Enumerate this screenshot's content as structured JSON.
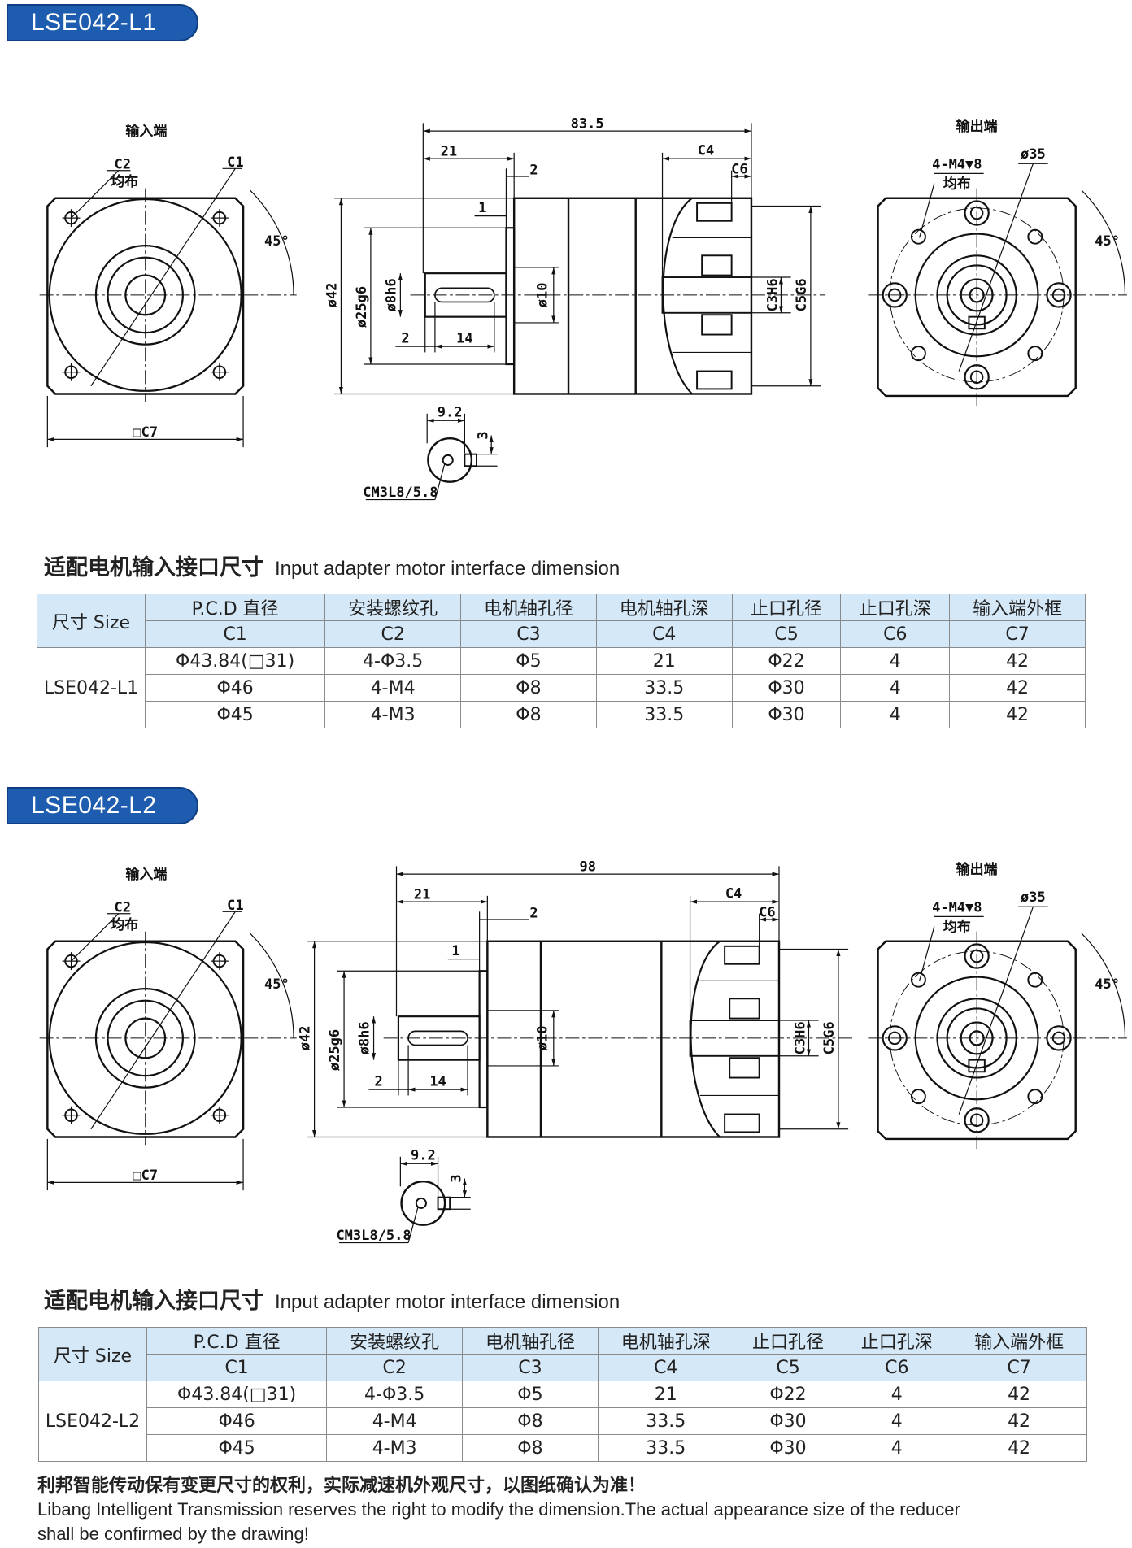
{
  "sections": [
    {
      "badge": "LSE042-L1",
      "drawing": {
        "input_end": "输入端",
        "output_end": "输出端",
        "c2": "C2",
        "even": "均布",
        "c1": "C1",
        "angle": "45°",
        "c7": "□C7",
        "overall": "83.5",
        "d21": "21",
        "d2": "2",
        "d1": "1",
        "c4": "C4",
        "c6": "C6",
        "d42": "ø42",
        "d25": "ø25g6",
        "d8": "ø8h6",
        "d10": "ø10",
        "b2": "2",
        "b14": "14",
        "c3": "C3H6",
        "c5": "C5G6",
        "k92": "9.2",
        "k3": "3",
        "cm": "CM3L8/5.8",
        "m4": "4-M4▼8",
        "d35": "ø35"
      },
      "table_title_cn": "适配电机输入接口尺寸",
      "table_title_en": "Input adapter motor interface dimension",
      "table": {
        "size_label": "尺寸 Size",
        "headers_cn": [
          "P.C.D 直径",
          "安装螺纹孔",
          "电机轴孔径",
          "电机轴孔深",
          "止口孔径",
          "止口孔深",
          "输入端外框"
        ],
        "headers_code": [
          "C1",
          "C2",
          "C3",
          "C4",
          "C5",
          "C6",
          "C7"
        ],
        "model": "LSE042-L1",
        "rows": [
          [
            "Φ43.84(□31)",
            "4-Φ3.5",
            "Φ5",
            "21",
            "Φ22",
            "4",
            "42"
          ],
          [
            "Φ46",
            "4-M4",
            "Φ8",
            "33.5",
            "Φ30",
            "4",
            "42"
          ],
          [
            "Φ45",
            "4-M3",
            "Φ8",
            "33.5",
            "Φ30",
            "4",
            "42"
          ]
        ]
      }
    },
    {
      "badge": "LSE042-L2",
      "drawing": {
        "input_end": "输入端",
        "output_end": "输出端",
        "c2": "C2",
        "even": "均布",
        "c1": "C1",
        "angle": "45°",
        "c7": "□C7",
        "overall": "98",
        "d21": "21",
        "d2": "2",
        "d1": "1",
        "c4": "C4",
        "c6": "C6",
        "d42": "ø42",
        "d25": "ø25g6",
        "d8": "ø8h6",
        "d10": "ø10",
        "b2": "2",
        "b14": "14",
        "c3": "C3H6",
        "c5": "C5G6",
        "k92": "9.2",
        "k3": "3",
        "cm": "CM3L8/5.8",
        "m4": "4-M4▼8",
        "d35": "ø35"
      },
      "table_title_cn": "适配电机输入接口尺寸",
      "table_title_en": "Input adapter motor interface dimension",
      "table": {
        "size_label": "尺寸 Size",
        "headers_cn": [
          "P.C.D 直径",
          "安装螺纹孔",
          "电机轴孔径",
          "电机轴孔深",
          "止口孔径",
          "止口孔深",
          "输入端外框"
        ],
        "headers_code": [
          "C1",
          "C2",
          "C3",
          "C4",
          "C5",
          "C6",
          "C7"
        ],
        "model": "LSE042-L2",
        "rows": [
          [
            "Φ43.84(□31)",
            "4-Φ3.5",
            "Φ5",
            "21",
            "Φ22",
            "4",
            "42"
          ],
          [
            "Φ46",
            "4-M4",
            "Φ8",
            "33.5",
            "Φ30",
            "4",
            "42"
          ],
          [
            "Φ45",
            "4-M3",
            "Φ8",
            "33.5",
            "Φ30",
            "4",
            "42"
          ]
        ]
      }
    }
  ],
  "footer": {
    "cn": "利邦智能传动保有变更尺寸的权利，实际减速机外观尺寸，以图纸确认为准！",
    "en1": "Libang Intelligent Transmission reserves the right to modify the dimension.The actual appearance size of the reducer",
    "en2": "shall be confirmed by the drawing!"
  }
}
